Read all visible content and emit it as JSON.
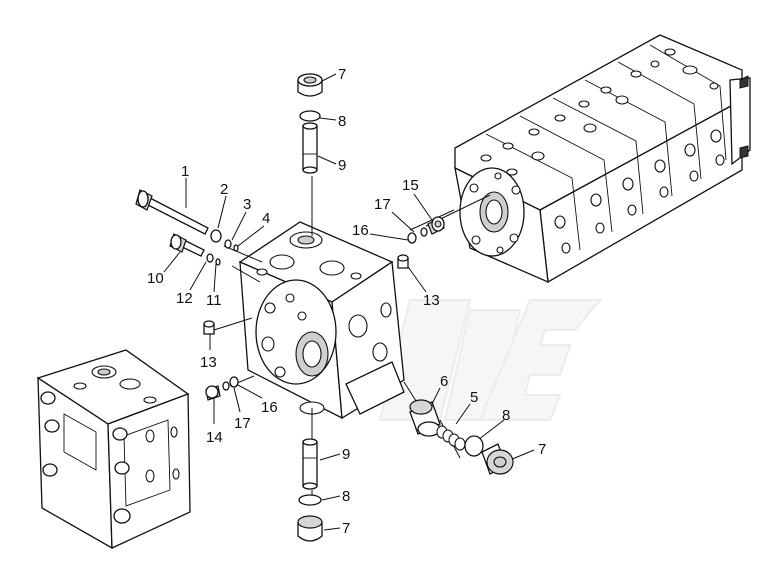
{
  "diagram": {
    "callouts": [
      {
        "id": "c7-top",
        "text": "7"
      },
      {
        "id": "c8-top",
        "text": "8"
      },
      {
        "id": "c9-top",
        "text": "9"
      },
      {
        "id": "c1",
        "text": "1"
      },
      {
        "id": "c2",
        "text": "2"
      },
      {
        "id": "c3",
        "text": "3"
      },
      {
        "id": "c4",
        "text": "4"
      },
      {
        "id": "c10",
        "text": "10"
      },
      {
        "id": "c12",
        "text": "12"
      },
      {
        "id": "c11",
        "text": "11"
      },
      {
        "id": "c15",
        "text": "15"
      },
      {
        "id": "c17-top",
        "text": "17"
      },
      {
        "id": "c16-top",
        "text": "16"
      },
      {
        "id": "c13-right",
        "text": "13"
      },
      {
        "id": "c13-left",
        "text": "13"
      },
      {
        "id": "c14",
        "text": "14"
      },
      {
        "id": "c17-bottom",
        "text": "17"
      },
      {
        "id": "c16-bottom",
        "text": "16"
      },
      {
        "id": "c6",
        "text": "6"
      },
      {
        "id": "c5",
        "text": "5"
      },
      {
        "id": "c8-right",
        "text": "8"
      },
      {
        "id": "c7-right",
        "text": "7"
      },
      {
        "id": "c9-bottom",
        "text": "9"
      },
      {
        "id": "c8-bottom",
        "text": "8"
      },
      {
        "id": "c7-bottom",
        "text": "7"
      }
    ]
  }
}
